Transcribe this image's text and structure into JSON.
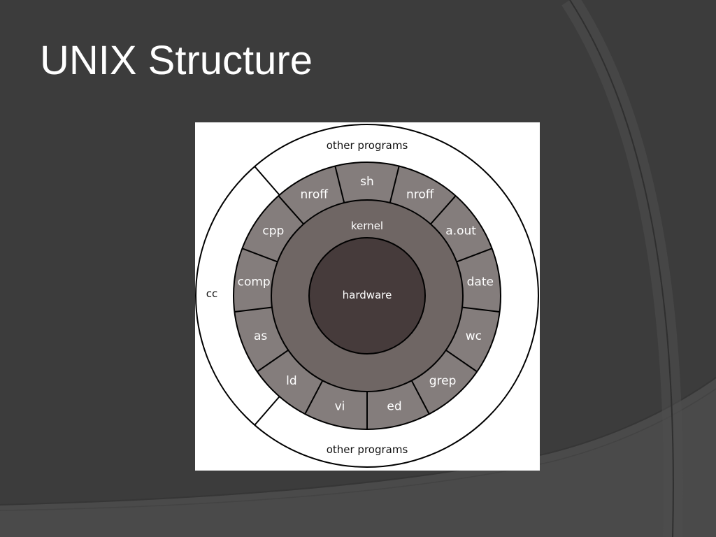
{
  "slide": {
    "title": "UNIX Structure"
  },
  "diagram": {
    "hardware": "hardware",
    "kernel": "kernel",
    "utilities": [
      "sh",
      "nroff",
      "a.out",
      "date",
      "wc",
      "grep",
      "ed",
      "vi",
      "ld",
      "as",
      "comp",
      "cpp",
      "nroff"
    ],
    "cc_label": "cc",
    "other_top": "other programs",
    "other_bottom": "other programs",
    "colors": {
      "hardware": "#463b3b",
      "kernel": "#6f6664",
      "utilities": "#847d7c",
      "outer": "#ffffff",
      "stroke": "#000000"
    }
  }
}
